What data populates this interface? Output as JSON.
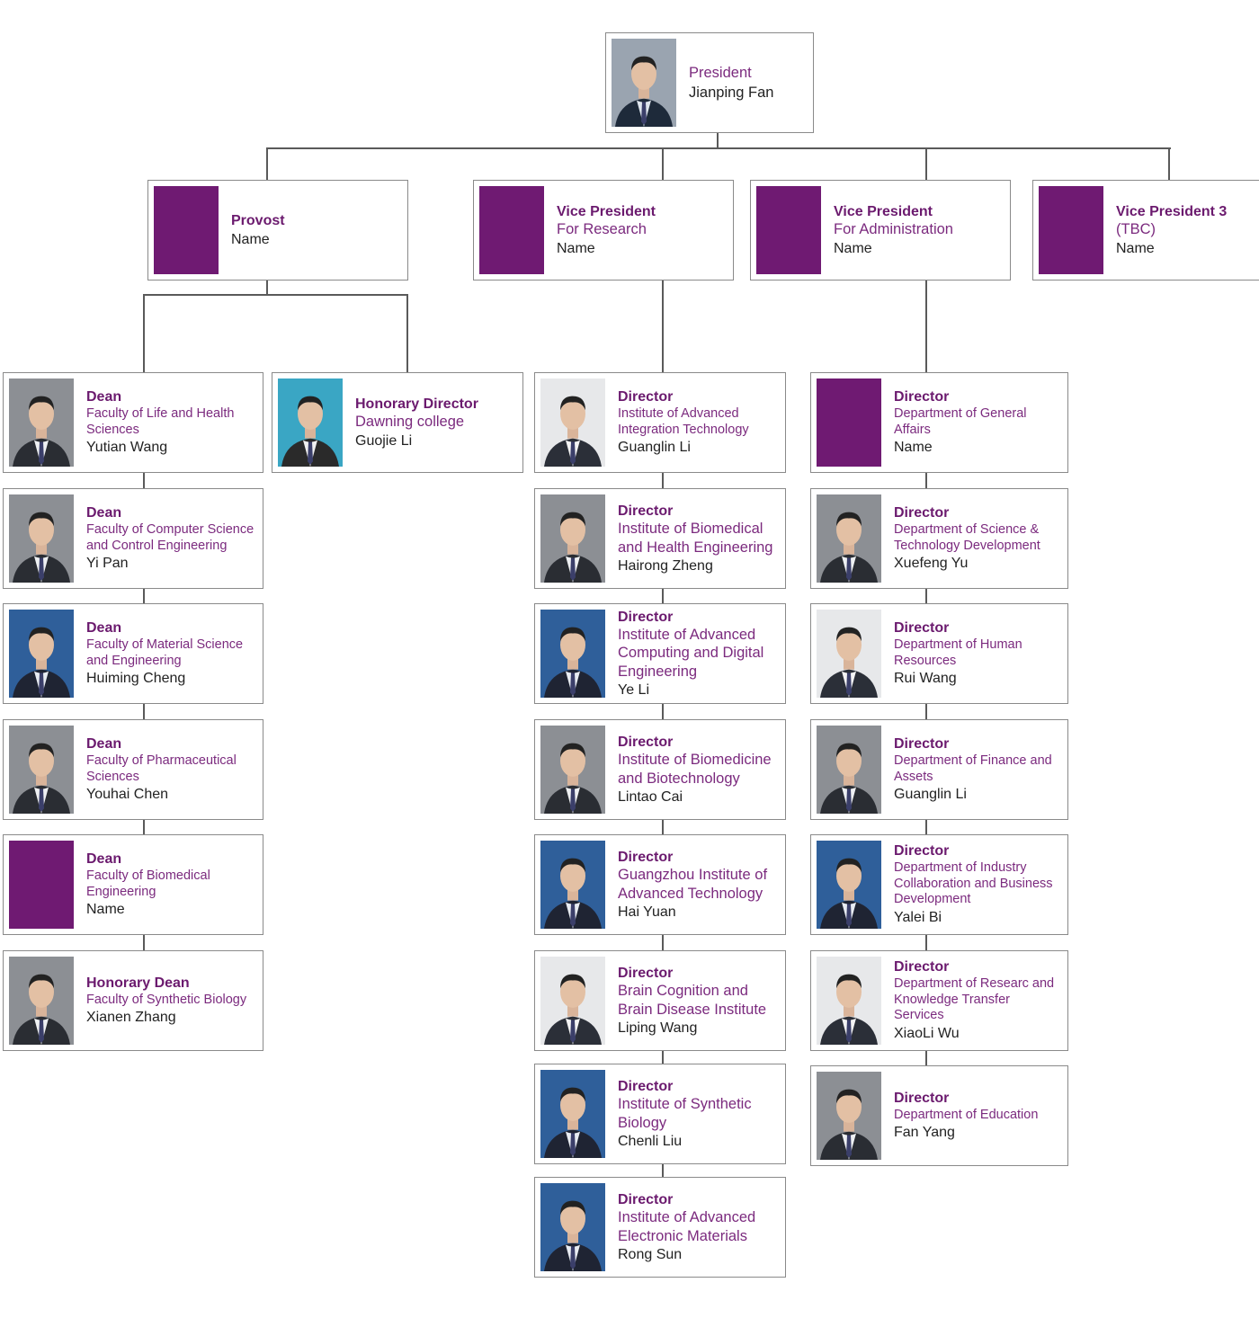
{
  "colors": {
    "purple": "#6f1a72",
    "text_purple": "#7b2a7e",
    "line": "#5a5a5a"
  },
  "president": {
    "role": "President",
    "name": "Jianping Fan",
    "photo": "portrait-dark"
  },
  "vps": [
    {
      "role": "Provost",
      "unit": "",
      "name": "Name",
      "photo": "placeholder"
    },
    {
      "role": "Vice President",
      "unit": "For Research",
      "name": "Name",
      "photo": "placeholder"
    },
    {
      "role": "Vice President",
      "unit": "For Administration",
      "name": "Name",
      "photo": "placeholder"
    },
    {
      "role": "Vice President 3",
      "unit": "(TBC)",
      "name": "Name",
      "photo": "placeholder"
    }
  ],
  "col1": [
    {
      "role": "Dean",
      "unit": "Faculty of Life and Health Sciences",
      "name": "Yutian Wang",
      "photo": "portrait-grey"
    },
    {
      "role": "Dean",
      "unit": "Faculty of Computer Science and Control Engineering",
      "name": "Yi Pan",
      "photo": "portrait-grey"
    },
    {
      "role": "Dean",
      "unit": "Faculty of Material Science and Engineering",
      "name": "Huiming Cheng",
      "photo": "portrait-blue"
    },
    {
      "role": "Dean",
      "unit": "Faculty of Pharmaceutical Sciences",
      "name": "Youhai Chen",
      "photo": "portrait-grey"
    },
    {
      "role": "Dean",
      "unit": "Faculty of Biomedical Engineering",
      "name": "Name",
      "photo": "placeholder"
    },
    {
      "role": "Honorary Dean",
      "unit": "Faculty of Synthetic Biology",
      "name": "Xianen Zhang",
      "photo": "portrait-grey"
    }
  ],
  "col2": [
    {
      "role": "Honorary Director",
      "unit": "Dawning college",
      "name": "Guojie Li",
      "photo": "portrait-teal"
    }
  ],
  "col3": [
    {
      "role": "Director",
      "unit": "Institute of Advanced Integration Technology",
      "name": "Guanglin Li",
      "photo": "portrait-light"
    },
    {
      "role": "Director",
      "unit": "Institute of Biomedical and Health Engineering",
      "name": "Hairong Zheng",
      "photo": "portrait-grey"
    },
    {
      "role": "Director",
      "unit": "Institute of Advanced Computing and Digital Engineering",
      "name": "Ye Li",
      "photo": "portrait-blue"
    },
    {
      "role": "Director",
      "unit": "Institute of Biomedicine and Biotechnology",
      "name": "Lintao Cai",
      "photo": "portrait-grey"
    },
    {
      "role": "Director",
      "unit": "Guangzhou Institute of Advanced Technology",
      "name": "Hai Yuan",
      "photo": "portrait-blue"
    },
    {
      "role": "Director",
      "unit": "Brain Cognition and Brain Disease Institute",
      "name": "Liping Wang",
      "photo": "portrait-light"
    },
    {
      "role": "Director",
      "unit": "Institute of Synthetic Biology",
      "name": "Chenli Liu",
      "photo": "portrait-blue"
    },
    {
      "role": "Director",
      "unit": "Institute of Advanced Electronic Materials",
      "name": "Rong Sun",
      "photo": "portrait-blue"
    }
  ],
  "col4": [
    {
      "role": "Director",
      "unit": "Department of  General Affairs",
      "name": "Name",
      "photo": "placeholder"
    },
    {
      "role": "Director",
      "unit": "Department of Science & Technology Development",
      "name": "Xuefeng Yu",
      "photo": "portrait-grey"
    },
    {
      "role": "Director",
      "unit": "Department of Human Resources",
      "name": "Rui Wang",
      "photo": "portrait-light"
    },
    {
      "role": "Director",
      "unit": "Department of Finance and Assets",
      "name": "Guanglin Li",
      "photo": "portrait-grey"
    },
    {
      "role": "Director",
      "unit": "Department of Industry Collaboration and Business Development",
      "name": "Yalei Bi",
      "photo": "portrait-blue"
    },
    {
      "role": "Director",
      "unit": "Department of Researc and Knowledge Transfer Services",
      "name": "XiaoLi Wu",
      "photo": "portrait-light"
    },
    {
      "role": "Director",
      "unit": "Department of Education",
      "name": "Fan Yang",
      "photo": "portrait-grey"
    }
  ]
}
